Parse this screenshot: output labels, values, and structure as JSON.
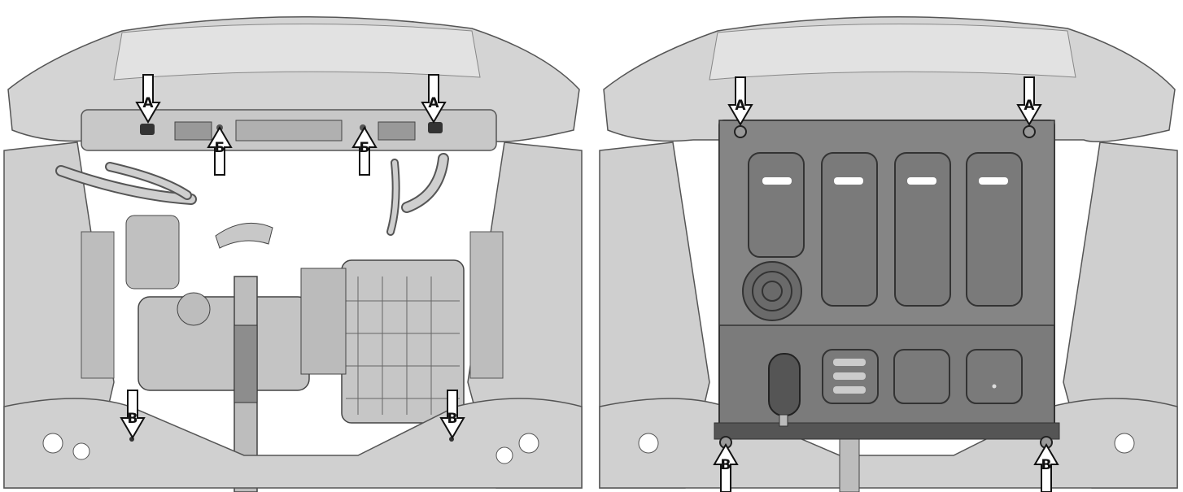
{
  "panels": [
    {
      "id": "before-skid-plate",
      "markers": [
        {
          "label": "А",
          "direction": "down"
        },
        {
          "label": "А",
          "direction": "down"
        },
        {
          "label": "Б",
          "direction": "up"
        },
        {
          "label": "Б",
          "direction": "up"
        },
        {
          "label": "В",
          "direction": "down"
        },
        {
          "label": "В",
          "direction": "down"
        }
      ]
    },
    {
      "id": "after-skid-plate",
      "markers": [
        {
          "label": "А",
          "direction": "down"
        },
        {
          "label": "А",
          "direction": "down"
        },
        {
          "label": "В",
          "direction": "up"
        },
        {
          "label": "В",
          "direction": "up"
        }
      ]
    }
  ]
}
